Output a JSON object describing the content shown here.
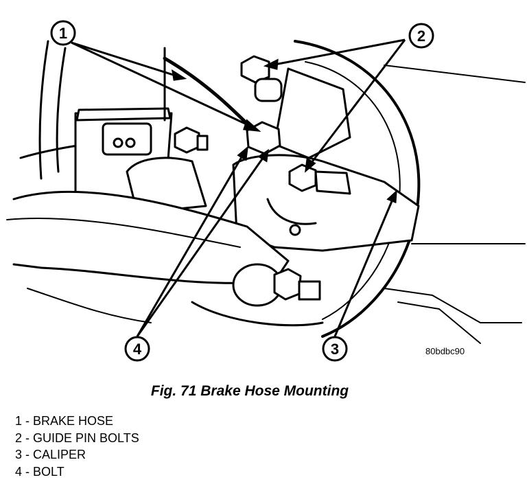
{
  "figure": {
    "reference_code": "80bdbc90",
    "caption": "Fig. 71 Brake Hose Mounting"
  },
  "callouts": [
    {
      "number": "1",
      "label": "BRAKE HOSE"
    },
    {
      "number": "2",
      "label": "GUIDE PIN BOLTS"
    },
    {
      "number": "3",
      "label": "CALIPER"
    },
    {
      "number": "4",
      "label": "BOLT"
    }
  ],
  "legend": [
    "1 - BRAKE HOSE",
    "2 - GUIDE PIN BOLTS",
    "3 - CALIPER",
    "4 - BOLT"
  ]
}
